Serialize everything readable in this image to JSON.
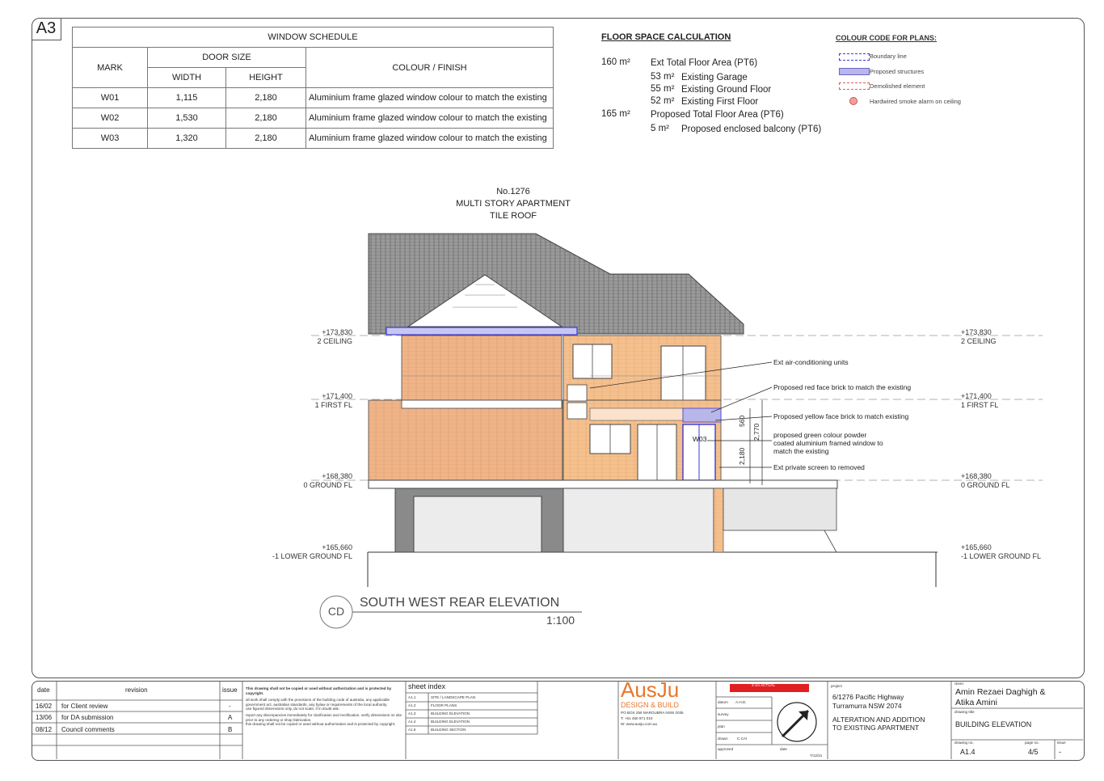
{
  "sheet_size": "A3",
  "window_schedule": {
    "title": "WINDOW SCHEDULE",
    "col_mark": "MARK",
    "col_door_size": "DOOR SIZE",
    "col_width": "WIDTH",
    "col_height": "HEIGHT",
    "col_colour": "COLOUR / FINISH",
    "rows": [
      {
        "mark": "W01",
        "width": "1,115",
        "height": "2,180",
        "finish": "Aluminium frame glazed window colour to match the existing"
      },
      {
        "mark": "W02",
        "width": "1,530",
        "height": "2,180",
        "finish": "Aluminium frame glazed window colour to match the existing"
      },
      {
        "mark": "W03",
        "width": "1,320",
        "height": "2,180",
        "finish": "Aluminium frame glazed window colour to match the existing"
      }
    ]
  },
  "floor_space": {
    "title": "FLOOR SPACE CALCULATION",
    "rows": [
      {
        "area": "160 m²",
        "label": "Ext Total Floor Area (PT6)"
      },
      {
        "area": "53 m²",
        "label": "Existing Garage"
      },
      {
        "area": "55 m²",
        "label": "Existing Ground Floor"
      },
      {
        "area": "52 m²",
        "label": "Existing First Floor"
      },
      {
        "area": "165 m²",
        "label": "Proposed Total Floor Area (PT6)"
      },
      {
        "area": "5 m²",
        "label": "Proposed enclosed balcony (PT6)"
      }
    ]
  },
  "colour_code": {
    "title": "COLOUR CODE FOR PLANS:",
    "items": [
      {
        "label": "Boundary line",
        "color": "#3b3bd6"
      },
      {
        "label": "Proposed structures",
        "color": "#b9b6ea"
      },
      {
        "label": "Demolished element",
        "color": "#e05a5a"
      },
      {
        "label": "Hardwired smoke alarm on ceiling",
        "color": "#f0a0a0"
      }
    ]
  },
  "building": {
    "l1": "No.1276",
    "l2": "MULTI STORY APARTMENT",
    "l3": "TILE ROOF"
  },
  "levels": [
    {
      "value": "+173,830",
      "name": "2 CEILING"
    },
    {
      "value": "+171,400",
      "name": "1 FIRST FL"
    },
    {
      "value": "+168,380",
      "name": "0 GROUND FL"
    },
    {
      "value": "+165,660",
      "name": "-1 LOWER GROUND FL"
    }
  ],
  "annotations": [
    "Ext air-conditioning units",
    "Proposed red face brick to match the existing",
    "Proposed yellow face brick to match existing",
    "proposed green colour powder",
    "coated aluminium framed window to",
    "match the existing",
    "Ext private screen to removed"
  ],
  "dims": {
    "d560": "560",
    "d2770": "2,770",
    "d2180": "2,180",
    "w03": "W03"
  },
  "view": {
    "code": "CD",
    "title": "SOUTH WEST REAR ELEVATION",
    "scale": "1:100"
  },
  "revisions": {
    "col_date": "date",
    "col_revision": "revision",
    "col_issue": "issue",
    "rows": [
      {
        "date": "16/02",
        "revision": "for Client review",
        "issue": "-"
      },
      {
        "date": "13/06",
        "revision": "for DA submission",
        "issue": "A"
      },
      {
        "date": "08/12",
        "revision": "Council comments",
        "issue": "B"
      }
    ]
  },
  "notice": {
    "bold": "This drawing shall not be copied or used without authorization and is protected by copyright.",
    "p1": "all work shall comply with the provisions of the building code of australia, any applicable government act, australian standards, any bylaw or requirements of the local authority.",
    "p2": "use figured dimensions only, do not scale, if in doubt ask.",
    "p3": "report any discrepancies immediately for clarification and rectification. verify dimensions on site prior to any ordering or shop fabrication.",
    "p4": "this drawing shall not be copied or used without authorization and is protected by copyright."
  },
  "sheet_index": {
    "title": "sheet index",
    "rows": [
      {
        "no": "A1.1",
        "name": "SITE / LANDSCAPE PLAN"
      },
      {
        "no": "A1.2",
        "name": "FLOOR PLANS"
      },
      {
        "no": "A1.3",
        "name": "BUILDING ELEVATION"
      },
      {
        "no": "A1.4",
        "name": "BUILDING ELEVATION"
      },
      {
        "no": "A1.5",
        "name": "BUILDING SECTION"
      }
    ]
  },
  "company": {
    "name": "AusJu",
    "sub": "DESIGN & BUILD",
    "l1": "PO BOX 256 MAROUBRA NSW 2035",
    "l2": "T: +61 450 971 010",
    "l3": "W: www.ausju.com.au",
    "color": "#e8762b"
  },
  "checks": {
    "scale_bar": "3 cm ACTUAL",
    "datum": "datum",
    "datum_v": "A.H.D.",
    "survey": "survey",
    "plan": "plan",
    "drawn": "drawn",
    "drawn_v": "C.CAI",
    "approved": "approved",
    "date": "date",
    "ref": "7/12/21"
  },
  "project": {
    "label": "project",
    "address1": "6/1276 Pacific Highway",
    "address2": "Turramurra NSW 2074",
    "desc1": "ALTERATION AND ADDITION",
    "desc2": "TO EXISTING APARTMENT"
  },
  "client": {
    "label": "client",
    "name1": "Amin Rezaei Daghigh &",
    "name2": "Atika Amini",
    "title_label": "drawing title",
    "title": "BUILDING ELEVATION",
    "dwg_label": "drawing no.",
    "dwg": "A1.4",
    "page_label": "page no.",
    "page": "4/5",
    "issue_label": "issue",
    "issue": "-"
  }
}
